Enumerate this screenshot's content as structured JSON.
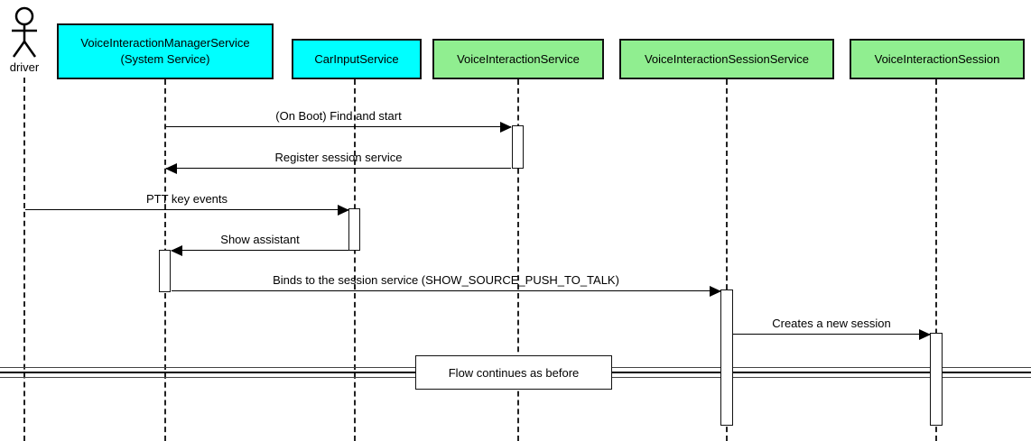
{
  "diagram": {
    "type": "uml-sequence-diagram",
    "actor": {
      "name": "driver"
    },
    "participants": [
      {
        "id": "vims",
        "label": "VoiceInteractionManagerService\n(System Service)",
        "color": "#00FFFF"
      },
      {
        "id": "car-input",
        "label": "CarInputService",
        "color": "#00FFFF"
      },
      {
        "id": "vis",
        "label": "VoiceInteractionService",
        "color": "#90EE90"
      },
      {
        "id": "viss",
        "label": "VoiceInteractionSessionService",
        "color": "#90EE90"
      },
      {
        "id": "visession",
        "label": "VoiceInteractionSession",
        "color": "#90EE90"
      }
    ],
    "messages": [
      {
        "label": "(On Boot) Find and start",
        "from": "VoiceInteractionManagerService",
        "to": "VoiceInteractionService",
        "direction": "right"
      },
      {
        "label": "Register session service",
        "from": "VoiceInteractionService",
        "to": "VoiceInteractionManagerService",
        "direction": "left"
      },
      {
        "label": "PTT key events",
        "from": "driver",
        "to": "CarInputService",
        "direction": "right"
      },
      {
        "label": "Show assistant",
        "from": "CarInputService",
        "to": "VoiceInteractionManagerService",
        "direction": "left"
      },
      {
        "label": "Binds to the session service (SHOW_SOURCE_PUSH_TO_TALK)",
        "from": "VoiceInteractionManagerService",
        "to": "VoiceInteractionSessionService",
        "direction": "right"
      },
      {
        "label": "Creates a new session",
        "from": "VoiceInteractionSessionService",
        "to": "VoiceInteractionSession",
        "direction": "right"
      }
    ],
    "divider": {
      "label": "Flow continues as before"
    },
    "colors": {
      "participant_cyan": "#00FFFF",
      "participant_green": "#90EE90",
      "line": "#000000",
      "background": "#FFFFFF"
    }
  }
}
